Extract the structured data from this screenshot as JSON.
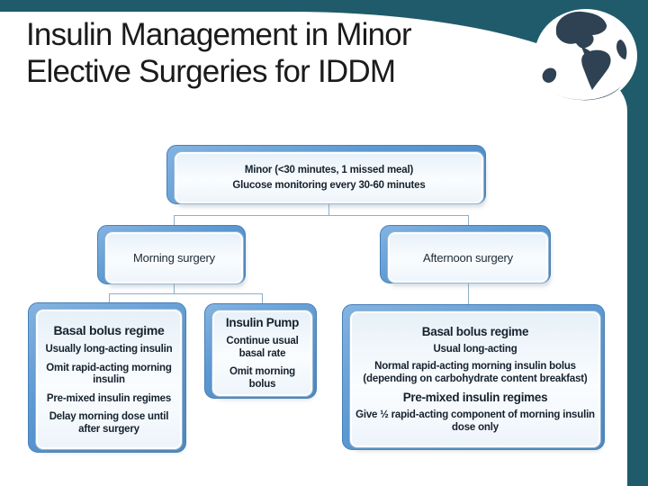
{
  "slide_title": {
    "line1": "Insulin Management in Minor",
    "line2": "Elective Surgeries for IDDM"
  },
  "colors": {
    "background_teal": "#1F5B6B",
    "node_back_blue": "#5E9AD3",
    "node_front_border": "#93B7D5",
    "connector": "#8FAFC6",
    "node_text": "#16222E",
    "globe_land": "#2E4253",
    "title_text": "#1B1B1B"
  },
  "icons": {
    "globe": "globe-icon"
  },
  "diagram": {
    "root": {
      "line1": "Minor (<30 minutes, 1 missed meal)",
      "line2": "Glucose monitoring every 30-60 minutes"
    },
    "branches": [
      {
        "label": "Morning surgery"
      },
      {
        "label": "Afternoon surgery"
      }
    ],
    "leaf_morning_basal": {
      "heading": "Basal bolus regime",
      "items": [
        "Usually long-acting insulin",
        "Omit rapid-acting morning insulin",
        "Pre-mixed insulin regimes",
        "Delay morning dose until after surgery"
      ]
    },
    "leaf_insulin_pump": {
      "heading": "Insulin Pump",
      "items": [
        "Continue usual basal rate",
        "Omit morning bolus"
      ]
    },
    "leaf_afternoon_basal": {
      "sections": [
        {
          "heading": "Basal bolus regime",
          "items": [
            "Usual long-acting",
            "Normal rapid-acting morning insulin bolus (depending on carbohydrate content breakfast)"
          ]
        },
        {
          "heading": "Pre-mixed insulin regimes",
          "items": [
            "Give ½ rapid-acting component of morning insulin dose only"
          ]
        }
      ]
    }
  }
}
